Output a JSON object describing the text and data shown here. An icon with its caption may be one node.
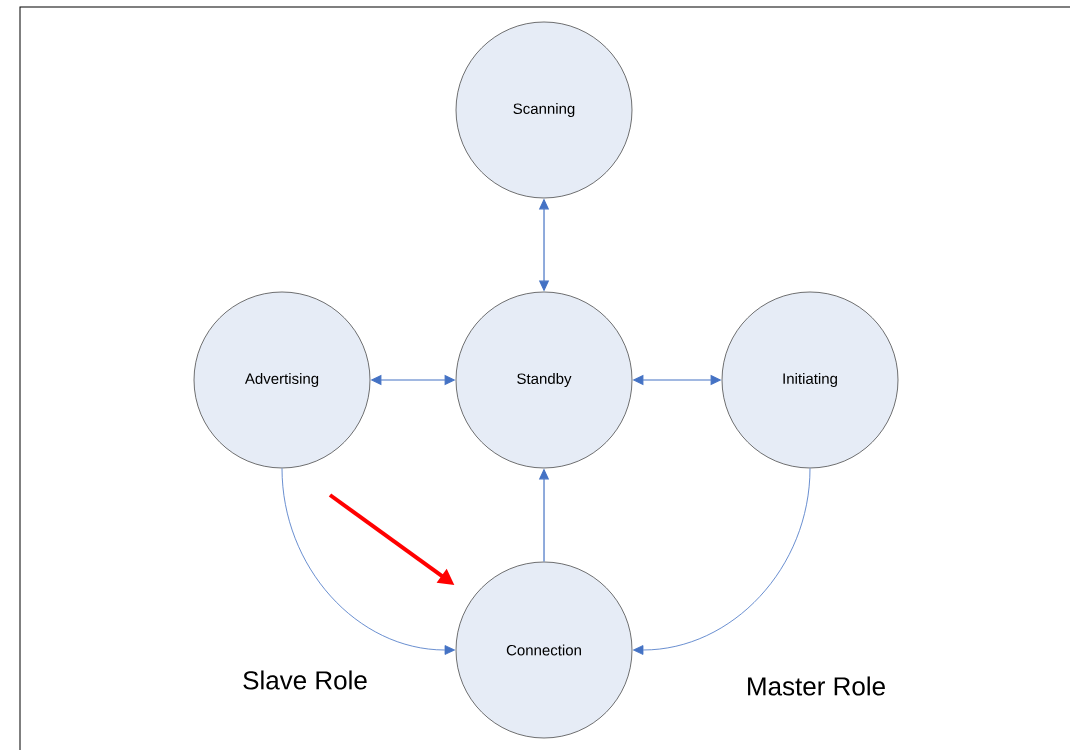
{
  "diagram": {
    "nodes": [
      {
        "text": [
          "Scanning"
        ]
      },
      {
        "text": [
          "Advertising"
        ]
      },
      {
        "text": [
          "Standby"
        ]
      },
      {
        "text": [
          "Initiating"
        ]
      },
      {
        "text": [
          "Connection"
        ]
      }
    ],
    "edges": [
      {
        "from": 0,
        "to": 2,
        "arrow": "both"
      },
      {
        "from": 1,
        "to": 2,
        "arrow": "both"
      },
      {
        "from": 2,
        "to": 3,
        "arrow": "both"
      },
      {
        "from": 4,
        "to": 2,
        "arrow": "to"
      },
      {
        "from": 1,
        "to": 4,
        "arrow": "to"
      },
      {
        "from": 3,
        "to": 4,
        "arrow": "to"
      },
      {
        "from": null,
        "to": 4,
        "arrow": "to",
        "style": "thick",
        "color": "#ff0000"
      }
    ],
    "labels": [
      "Slave Role",
      "Master Role"
    ]
  }
}
